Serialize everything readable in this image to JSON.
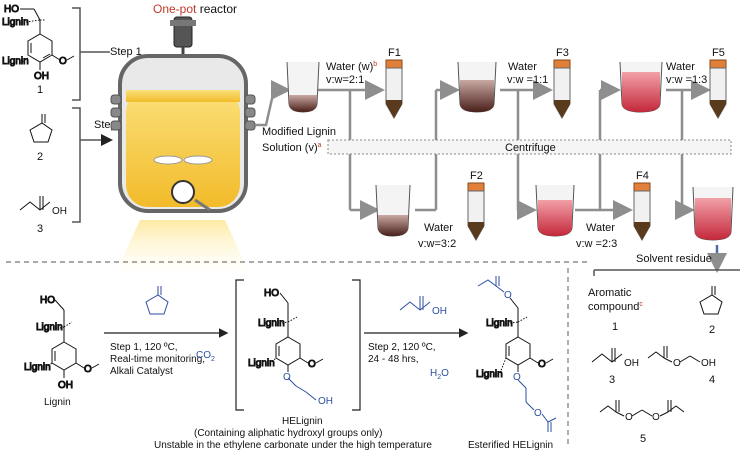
{
  "reactor": {
    "title_red": "One-pot",
    "title_rest": " reactor"
  },
  "reactants": {
    "lignin_label_top": "Lignin",
    "lignin_label_ring": "Lignin",
    "num1": "1",
    "num2": "2",
    "num3": "3",
    "ho": "HO",
    "oh": "OH",
    "ome": "O",
    "step1": "Step 1",
    "step2": "Step 2"
  },
  "flow": {
    "modified_lignin": "Modified Lignin",
    "solution_v": "Solution (v)",
    "solution_sup": "a",
    "water_w": "Water (w)",
    "water_sup": "b",
    "ratio1": "v:w=2:1",
    "water_f3": "Water",
    "ratio_f3": "v:w =1:1",
    "water_f5": "Water",
    "ratio_f5": "v:w =1:3",
    "water_f2": "Water",
    "ratio_f2": "v:w=3:2",
    "water_f4": "Water",
    "ratio_f4": "v:w =2:3",
    "centrifuge": "Centrifuge",
    "solvent_residue": "Solvent residue",
    "f1": "F1",
    "f2": "F2",
    "f3": "F3",
    "f4": "F4",
    "f5": "F5"
  },
  "products": {
    "aromatic": "Aromatic",
    "compound": "compound",
    "compound_sup": "c",
    "n1": "1",
    "n2": "2",
    "n3": "3",
    "n4": "4",
    "n5": "5"
  },
  "scheme": {
    "lignin_caption": "Lignin",
    "step1_l1": "Step 1, 120 ºC,",
    "step1_l2": "Real-time monitoring,",
    "step1_l3": "Alkali Catalyst",
    "co2": "CO",
    "co2_sub": "2",
    "step2_l1": "Step 2, 120 ºC,",
    "step2_l2": "24 - 48 hrs,",
    "h2o": "H",
    "h2o_sub": "2",
    "h2o_o": "O",
    "helignin": "HELignin",
    "helignin_note": "(Containing aliphatic hydroxyl groups only)",
    "unstable_note": "Unstable in the ethylene carbonate under the high temperature",
    "esterified": "Esterified HELignin"
  },
  "colors": {
    "liquid_yellow": "#f6c93e",
    "red_text": "#c0392b",
    "blue_chem": "#2b4fa0",
    "grey_arrow": "#8e8e8e",
    "cap_orange": "#e0803a",
    "tube_brown": "#5a3a1c"
  }
}
